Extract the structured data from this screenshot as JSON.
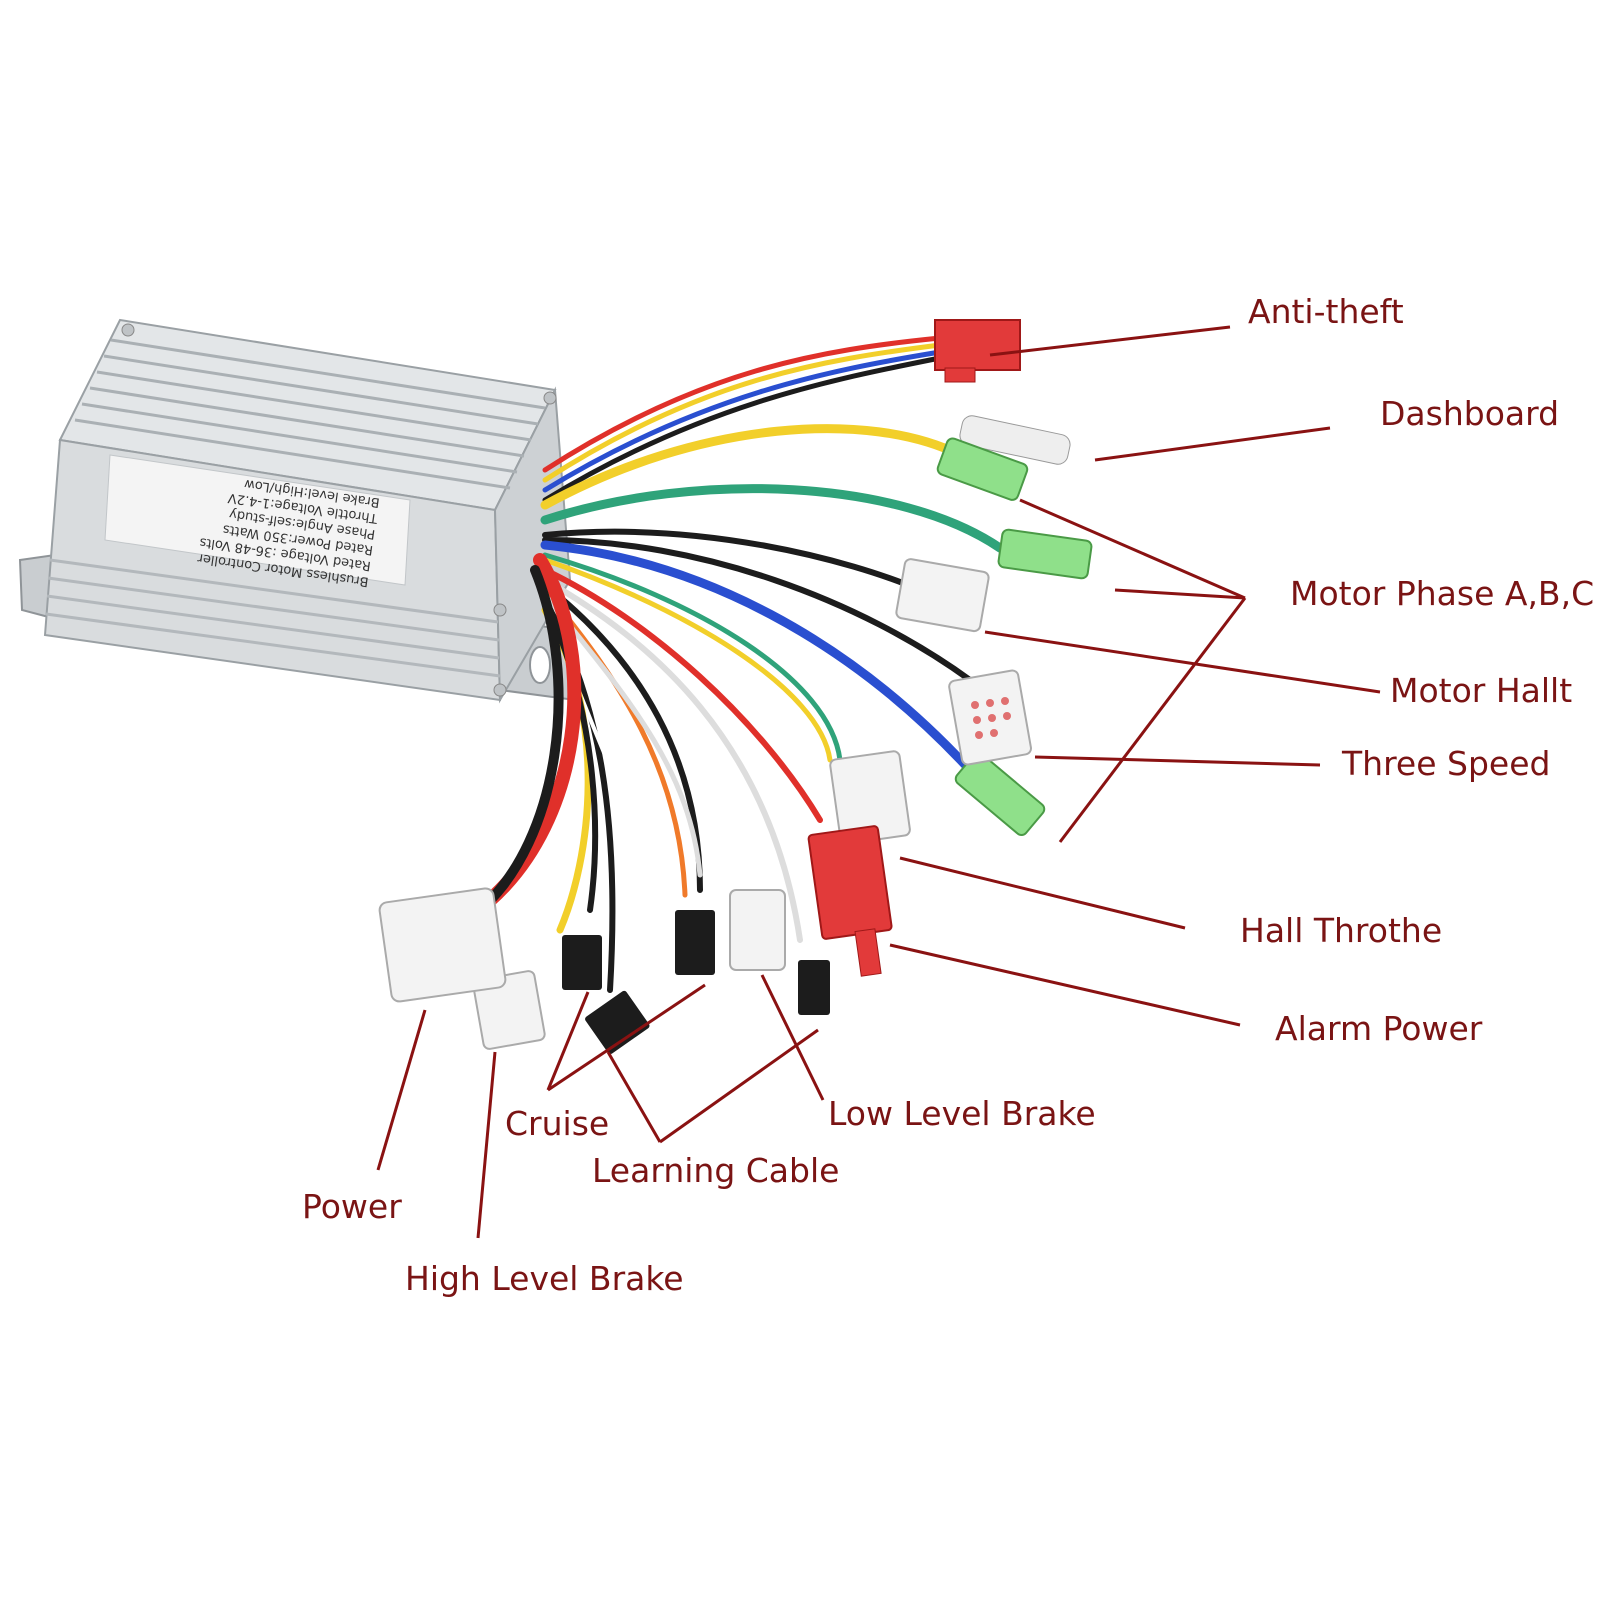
{
  "colors": {
    "label": "#7a1414",
    "leader": "#8a1212",
    "housing": "#d9dcde",
    "wire_red": "#e0302a",
    "wire_yellow": "#f2cf2a",
    "wire_blue": "#2a4fd0",
    "wire_green": "#2fa37a",
    "wire_black": "#1c1c1c",
    "wire_orange": "#f07a2a",
    "connector_white": "#f3f3f3",
    "connector_red": "#e23a3a",
    "connector_green": "#8fe08a"
  },
  "nameplate": {
    "lines": [
      "Brushless Motor Controller",
      "Rated Voltage :36-48 Volts",
      "Rated Power:350 Watts",
      "Phase Angle:self-study",
      "Throttle Voltage:1-4.2V",
      "Brake level:High/Low"
    ]
  },
  "labels": {
    "anti_theft": "Anti-theft",
    "dashboard": "Dashboard",
    "motor_phase": "Motor Phase A,B,C",
    "motor_hall": "Motor Hallt",
    "three_speed": "Three Speed",
    "hall_throttle": "Hall Throthe",
    "alarm_power": "Alarm Power",
    "low_level_brake": "Low Level Brake",
    "learning_cable": "Learning Cable",
    "cruise": "Cruise",
    "power": "Power",
    "high_level_brake": "High Level Brake"
  }
}
